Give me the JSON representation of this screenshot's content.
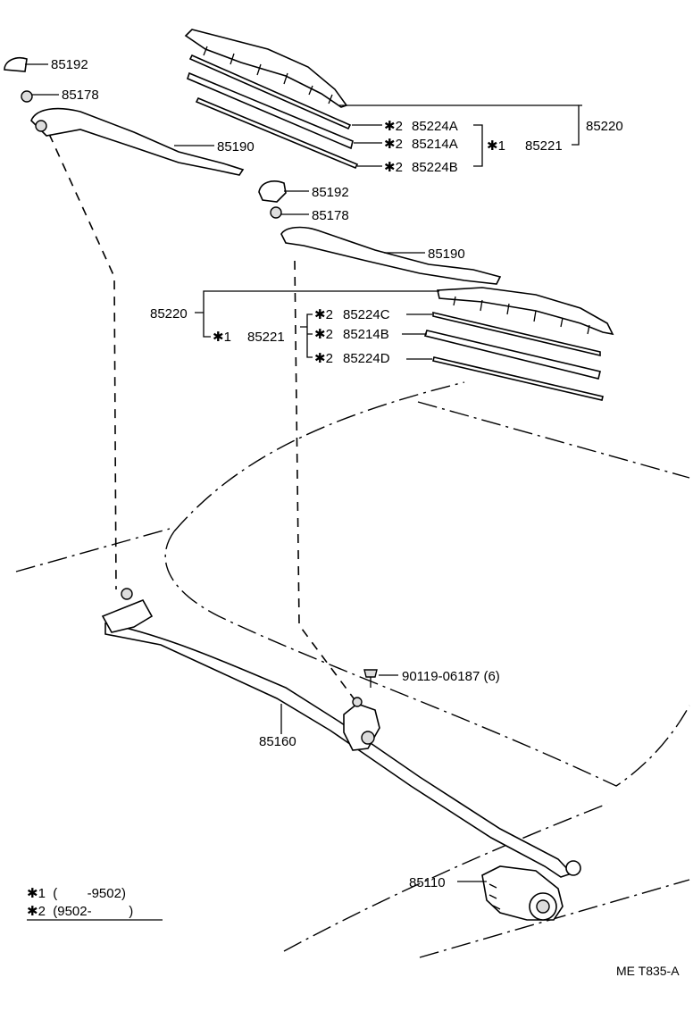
{
  "parts": {
    "cap_top": "85192",
    "nut_top": "85178",
    "arm_top": "85190",
    "refill_a": "85224A",
    "rubber_a": "85214A",
    "refill_b": "85224B",
    "blade_assy_top": "85220",
    "blade_sub_top": "85221",
    "cap_mid": "85192",
    "nut_mid": "85178",
    "arm_mid": "85190",
    "blade_assy_mid": "85220",
    "blade_sub_mid": "85221",
    "refill_c": "85224C",
    "rubber_b": "85214B",
    "refill_d": "85224D",
    "bolt": "90119-06187 (6)",
    "link": "85160",
    "motor": "85110"
  },
  "marks": {
    "star1": "✱1",
    "star2": "✱2"
  },
  "notes": {
    "note1": "✱1  (        -9502)",
    "note2": "✱2  (9502-          )"
  },
  "diagram_code": "ME T835-A"
}
